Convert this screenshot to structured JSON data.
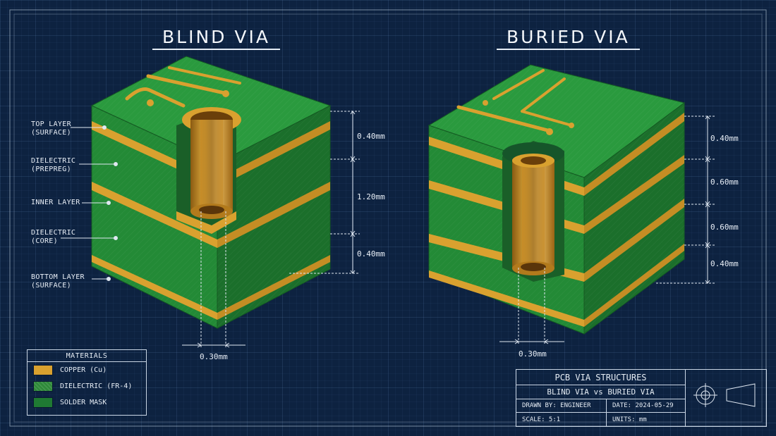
{
  "titles": {
    "left": "BLIND VIA",
    "right": "BURIED VIA"
  },
  "labels": {
    "top_layer": [
      "TOP LAYER",
      "(SURFACE)"
    ],
    "dielectric_prepreg": [
      "DIELECTRIC",
      "(PREPREG)"
    ],
    "inner_layer": [
      "INNER LAYER"
    ],
    "dielectric_core": [
      "DIELECTRIC",
      "(CORE)"
    ],
    "bottom_layer": [
      "BOTTOM LAYER",
      "(SURFACE)"
    ]
  },
  "blind_dims": {
    "d1": "0.40mm",
    "d2": "1.20mm",
    "d3": "0.40mm",
    "hole": "0.30mm"
  },
  "buried_dims": {
    "d1": "0.40mm",
    "d2": "0.60mm",
    "d3": "0.60mm",
    "d4": "0.40mm",
    "hole": "0.30mm"
  },
  "legend": {
    "title": "MATERIALS",
    "items": [
      {
        "label": "COPPER (Cu)",
        "color": "#d9a12f"
      },
      {
        "label": "DIELECTRIC (FR-4)",
        "color": "#2f8a3a"
      },
      {
        "label": "SOLDER MASK",
        "color": "#1f7a33"
      }
    ]
  },
  "title_block": {
    "title": "PCB VIA STRUCTURES",
    "subtitle": "BLIND VIA vs BURIED VIA",
    "drawn_by": "DRAWN BY: ENGINEER",
    "date": "DATE: 2024-05-29",
    "scale": "SCALE: 5:1",
    "units": "UNITS: mm"
  },
  "colors": {
    "copper": "#d9a12f",
    "green_top": "#2a9a3e",
    "green_front": "#238a36",
    "green_side": "#1b6f2b",
    "line": "#e6edf5"
  }
}
